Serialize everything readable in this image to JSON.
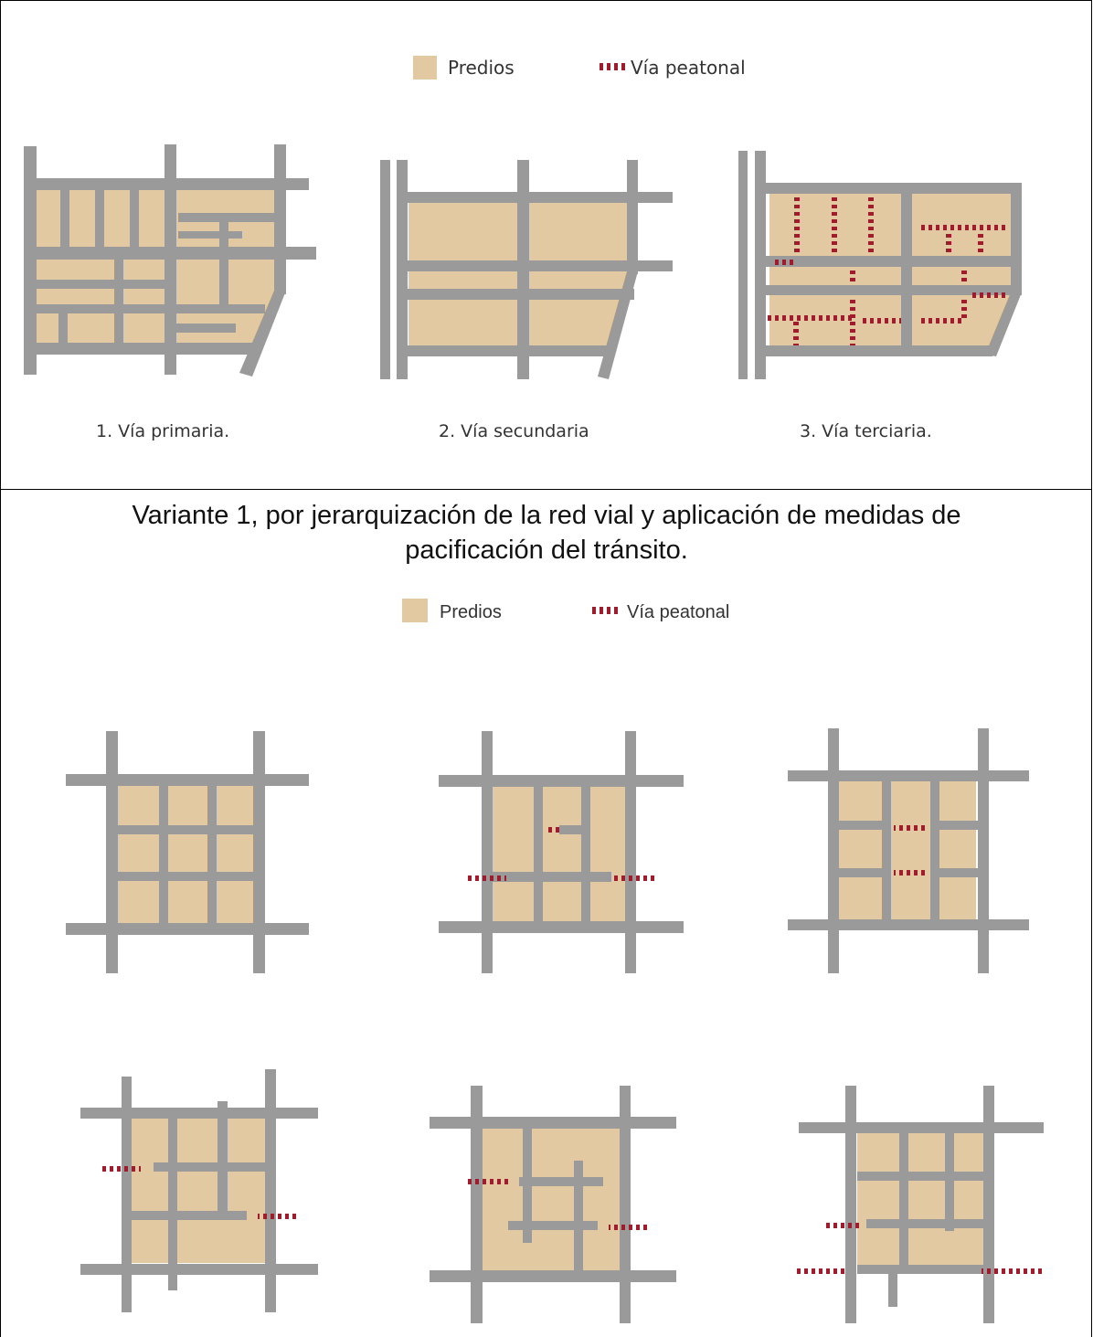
{
  "colors": {
    "lot": "#e2c9a1",
    "road": "#9a9a9a",
    "pedestrian": "#a01c2c",
    "border": "#000000"
  },
  "top_legend": {
    "lots_label": "Predios",
    "pedestrian_label": "Vía peatonal"
  },
  "top_diagrams": [
    {
      "label": "1. Vía primaria."
    },
    {
      "label": "2. Vía secundaria"
    },
    {
      "label": "3. Vía terciaria."
    }
  ],
  "caption": {
    "line1": "Variante 1, por jerarquización de la red vial y aplicación de medidas de",
    "line2": "pacificación del tránsito."
  },
  "bottom_legend": {
    "lots_label": "Predios",
    "pedestrian_label": "Vía peatonal"
  }
}
